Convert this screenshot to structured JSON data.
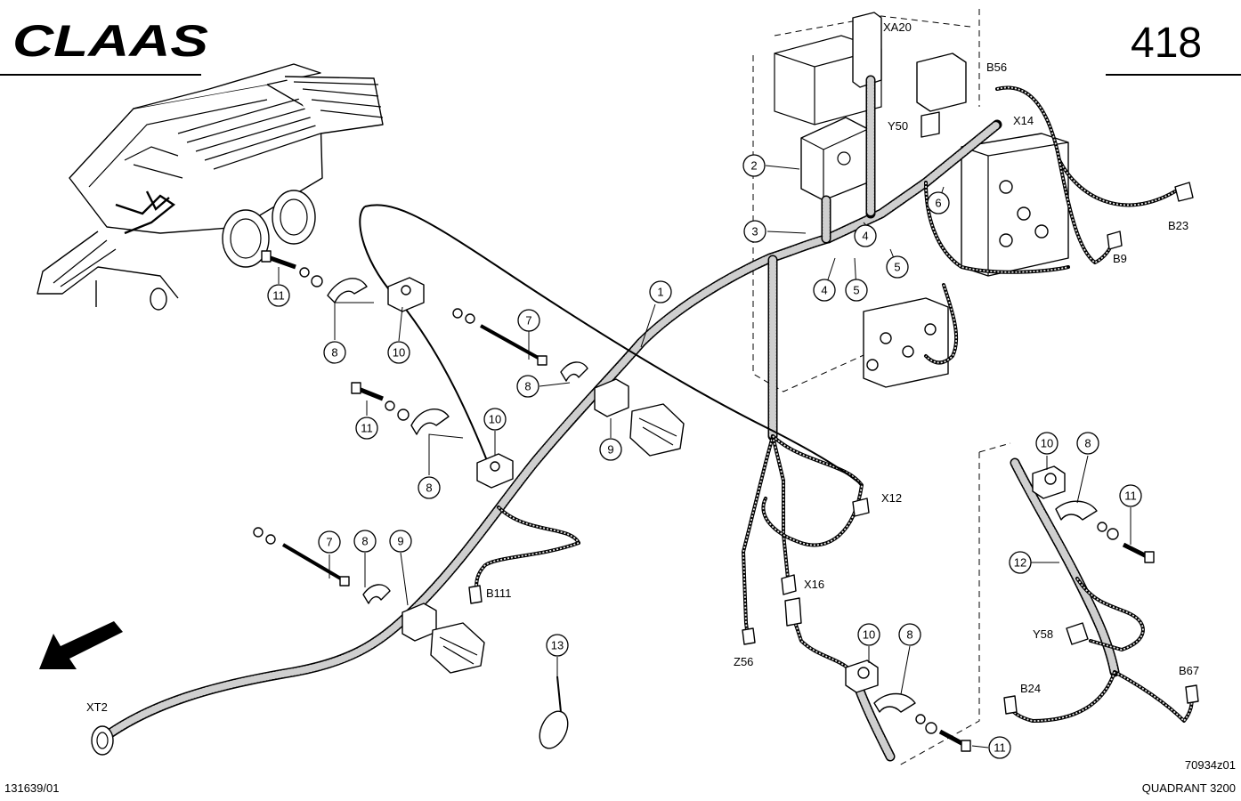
{
  "header": {
    "brand": "CLAAS",
    "page_number": "418"
  },
  "footer": {
    "document_id": "131639/01",
    "drawing_number": "70934z01",
    "model": "QUADRANT 3200"
  },
  "components": {
    "XA20": "XA20",
    "B56": "B56",
    "X14": "X14",
    "Y50": "Y50",
    "B23": "B23",
    "B9": "B9",
    "X12": "X12",
    "X16": "X16",
    "B111": "B111",
    "Z56": "Z56",
    "XT2": "XT2",
    "Y58": "Y58",
    "B24": "B24",
    "B67": "B67"
  },
  "callouts": {
    "c1": "1",
    "c2": "2",
    "c3": "3",
    "c4a": "4",
    "c4b": "4",
    "c5a": "5",
    "c5b": "5",
    "c6": "6",
    "c7a": "7",
    "c7b": "7",
    "c8a": "8",
    "c8b": "8",
    "c8c": "8",
    "c8d": "8",
    "c8e": "8",
    "c8f": "8",
    "c9a": "9",
    "c9b": "9",
    "c10a": "10",
    "c10b": "10",
    "c10c": "10",
    "c10d": "10",
    "c11a": "11",
    "c11b": "11",
    "c11c": "11",
    "c11d": "11",
    "c12": "12",
    "c13": "13"
  },
  "icons": {
    "direction_arrow": "front-direction-arrow-icon"
  }
}
